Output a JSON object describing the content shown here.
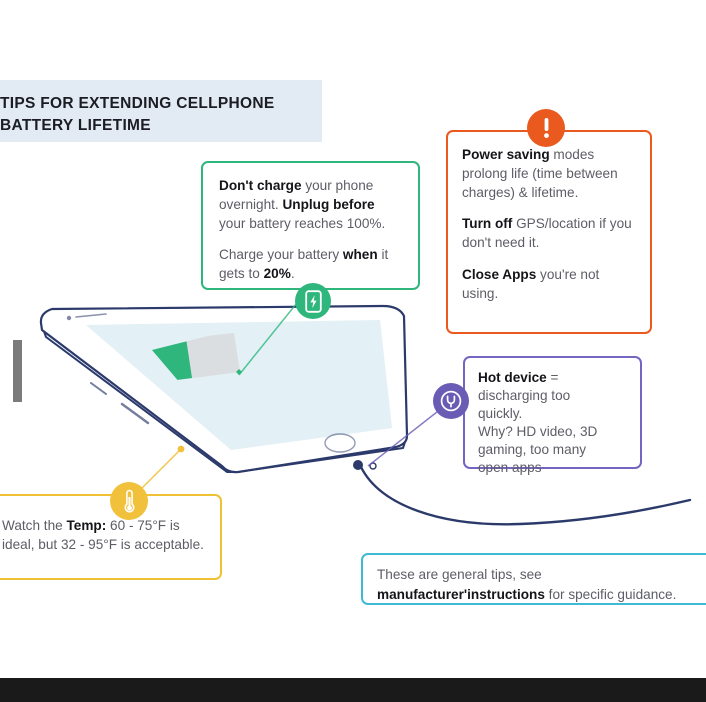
{
  "page": {
    "background_color": "#ffffff",
    "bottom_bar_color": "#1a1a1a"
  },
  "title": {
    "text": "TIPS FOR EXTENDING CELLPHONE\nBATTERY LIFETIME",
    "background_color": "#e2eaf3",
    "note": "left edge of banner is cropped off-screen"
  },
  "callouts": {
    "charging": {
      "accent_color": "#2eb67d",
      "icon": "battery-charging-icon",
      "paragraph1": {
        "bold1": "Don't charge",
        "text1": " your phone overnight. ",
        "bold2": "Unplug before",
        "text2": " your battery reaches 100%."
      },
      "paragraph2": {
        "text1": "Charge your battery ",
        "bold1": "when",
        "text2": " it gets to ",
        "bold2": "20%",
        "text3": "."
      }
    },
    "power_saving": {
      "accent_color": "#ea5a1f",
      "icon": "exclamation-icon",
      "paragraph1": {
        "bold1": "Power saving",
        "text1": " modes prolong life (time between charges) & lifetime."
      },
      "paragraph2": {
        "bold1": "Turn off",
        "text1": " GPS/location if you don't need it."
      },
      "paragraph3": {
        "bold1": "Close Apps",
        "text1": " you're not using."
      }
    },
    "hot_device": {
      "accent_color": "#6a5cb5",
      "icon": "power-plug-icon",
      "paragraph1": {
        "bold1": "Hot device",
        "text1": " ="
      },
      "line2": "discharging too",
      "line3": "quickly.",
      "line4": "Why? HD video, 3D",
      "line5": "gaming, too many",
      "line6": "open apps"
    },
    "temperature": {
      "accent_color": "#eec233",
      "icon": "thermometer-icon",
      "paragraph1": {
        "text1": "Watch the ",
        "bold1": "Temp:",
        "text2": " 60 - 75°F is ideal, but 32 - 95°F is acceptable."
      }
    },
    "disclaimer": {
      "accent_color": "#3fb9d6",
      "paragraph1": {
        "text1": "These are general tips, see ",
        "bold1": "manufacturer'",
        "text2": ""
      },
      "paragraph2": {
        "bold1": "instructions",
        "text1": " for specific guidance."
      },
      "note": "right edge of text is cropped off-screen"
    }
  },
  "illustration": {
    "name": "smartphone-isometric",
    "body_outline_color": "#2b3a6b",
    "screen_color": "#e3f0f5",
    "battery_fill_color": "#2eb67d",
    "battery_empty_color": "#d8d8da",
    "cable_color": "#2b3a6b"
  }
}
